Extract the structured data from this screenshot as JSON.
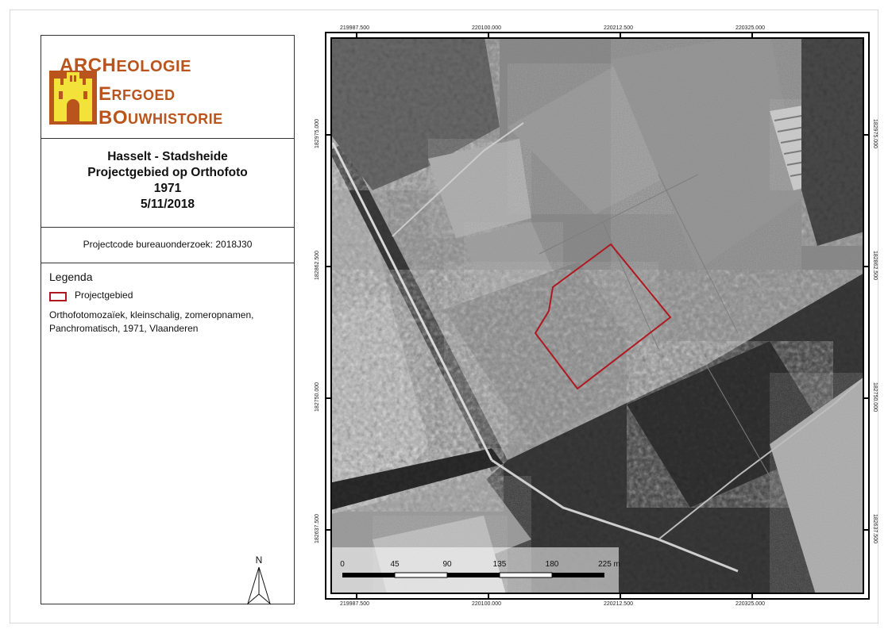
{
  "logo": {
    "line1_cap": "ARCH",
    "line1_rest": "EOLOGIE",
    "line2_cap": "E",
    "line2_rest": "RFGOED",
    "line3_cap": "BO",
    "line3_rest": "UWHISTORIE",
    "color": "#b8541c"
  },
  "title": {
    "line1": "Hasselt - Stadsheide",
    "line2": "Projectgebied op Orthofoto",
    "line3": "1971",
    "line4": "5/11/2018"
  },
  "project_code": "Projectcode bureauonderzoek: 2018J30",
  "legend": {
    "title": "Legenda",
    "item": "Projectgebied",
    "item_color": "#b01820",
    "description": "Orthofotomozaïek, kleinschalig, zomeropnamen, Panchromatisch, 1971, Vlaanderen"
  },
  "north_label": "N",
  "coords": {
    "x": [
      "219987.500",
      "220100.000",
      "220212.500",
      "220325.000"
    ],
    "y": [
      "182975.000",
      "182862.500",
      "182750.000",
      "182637.500"
    ]
  },
  "scalebar": {
    "labels": [
      "0",
      "45",
      "90",
      "135",
      "180",
      "225 m"
    ]
  }
}
